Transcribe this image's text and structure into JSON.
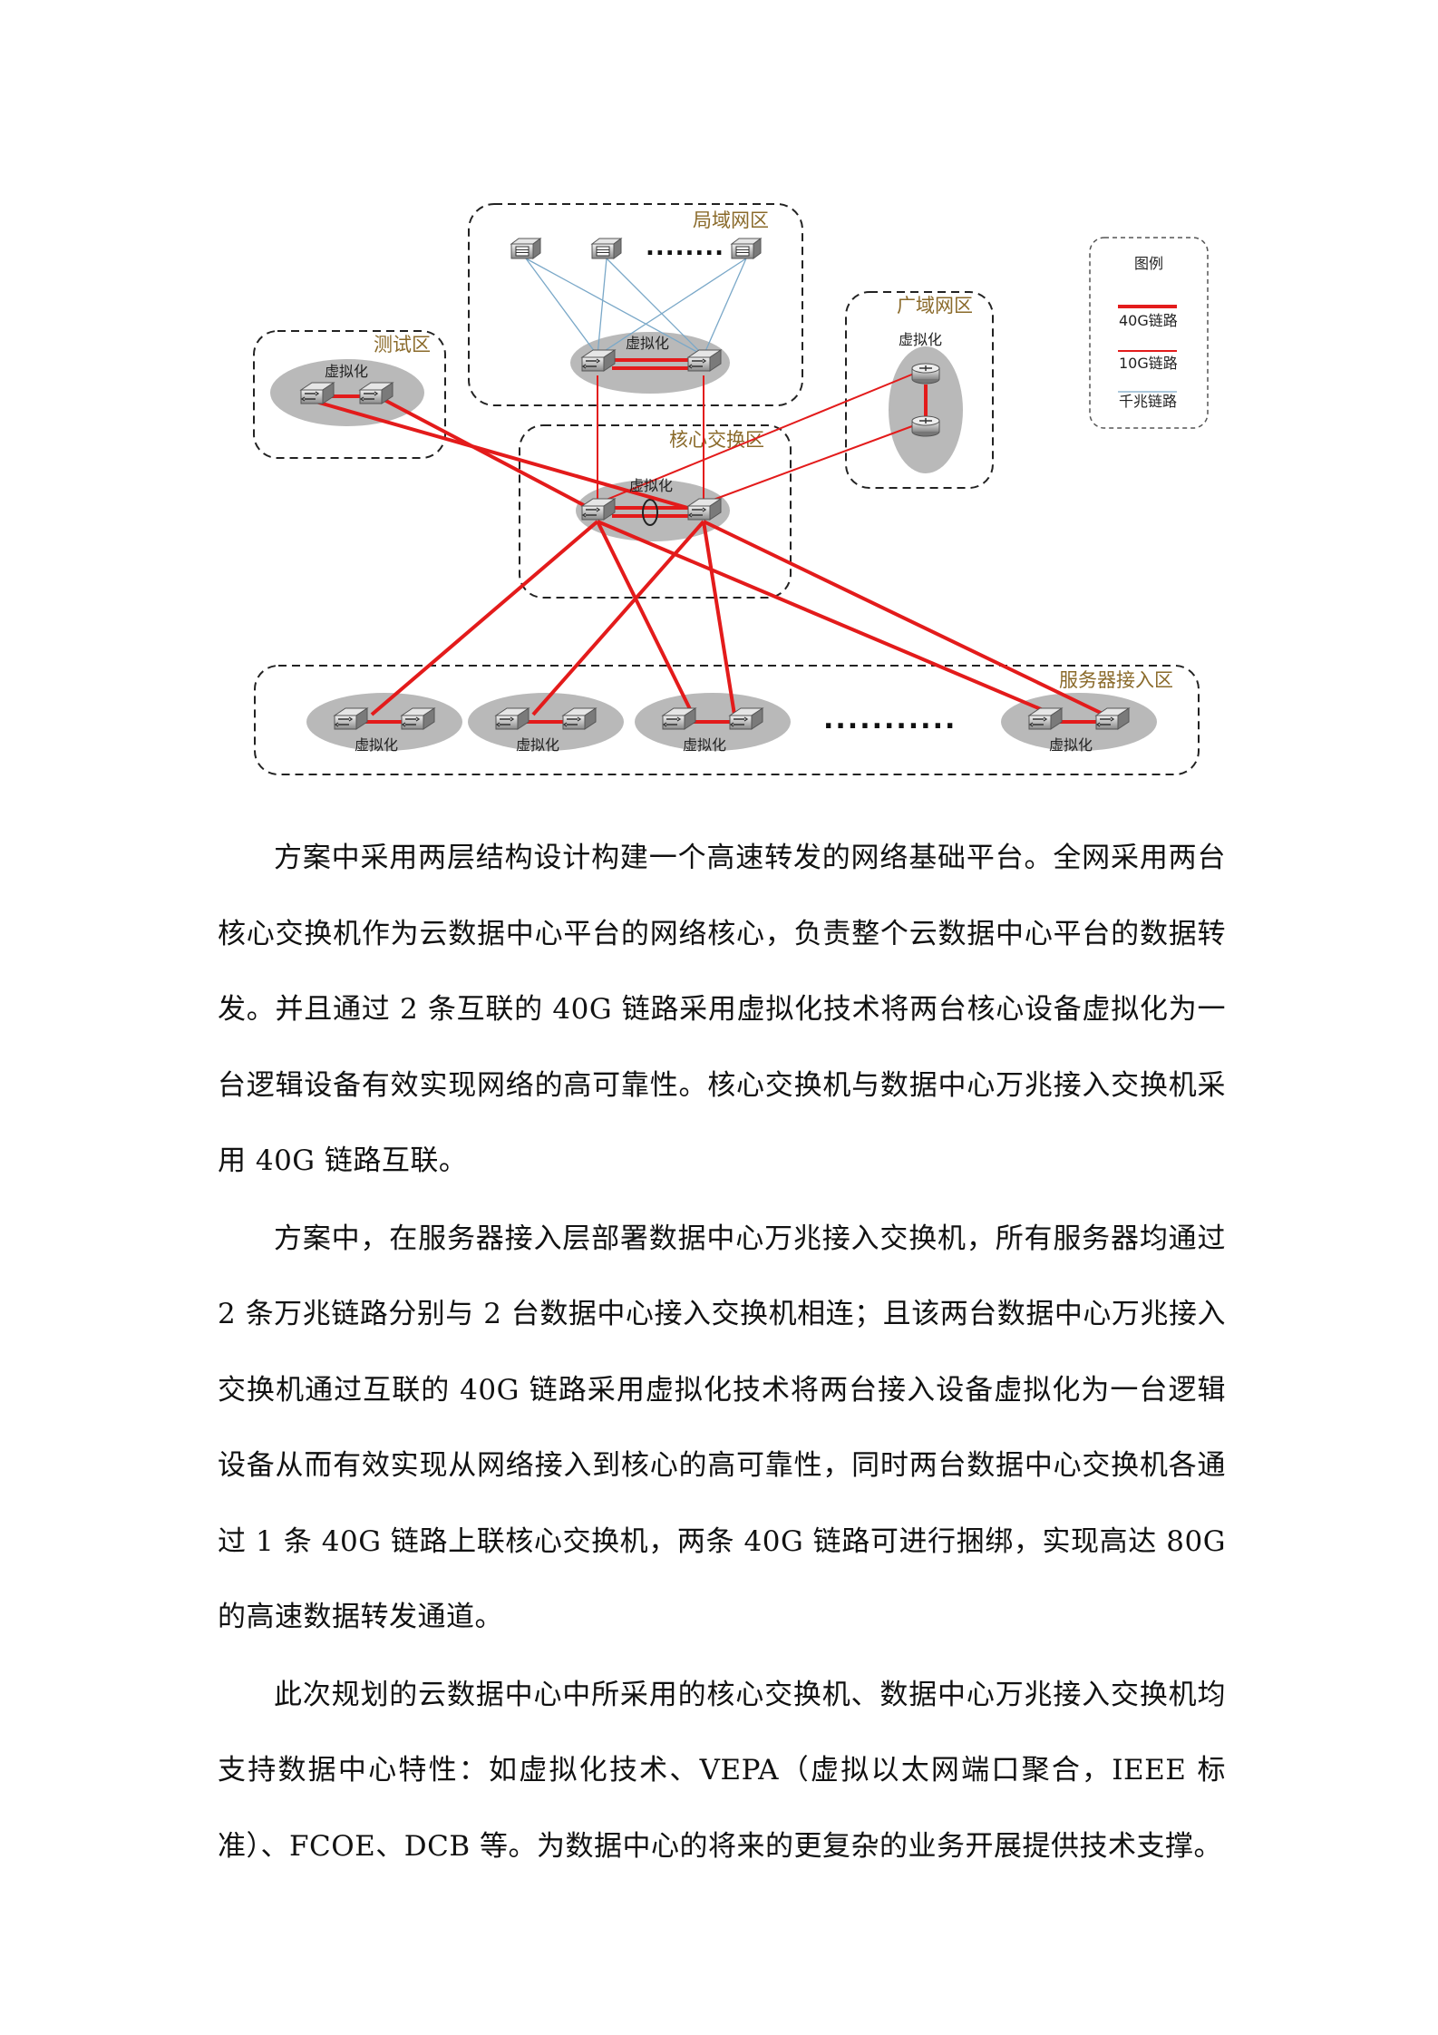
{
  "diagram": {
    "zones": {
      "lan": "局域网区",
      "test": "测试区",
      "wan": "广域网区",
      "core": "核心交换区",
      "server": "服务器接入区"
    },
    "virtualization_label": "虚拟化",
    "lan_ellipsis": "........",
    "server_ellipsis": "...........",
    "legend": {
      "title": "图例",
      "items": [
        {
          "label": "40G链路",
          "color": "#e31b1b"
        },
        {
          "label": "10G链路",
          "color": "#e31b1b"
        },
        {
          "label": "千兆链路",
          "color": "#7aa8c8"
        }
      ]
    },
    "colors": {
      "link": "#e31b1b",
      "gigabit": "#7aa8c8",
      "zone_label": "#8a6a2a",
      "pool": "#b9b9b9"
    }
  },
  "paragraphs": [
    "方案中采用两层结构设计构建一个高速转发的网络基础平台。全网采用两台核心交换机作为云数据中心平台的网络核心，负责整个云数据中心平台的数据转发。并且通过 2 条互联的 40G 链路采用虚拟化技术将两台核心设备虚拟化为一台逻辑设备有效实现网络的高可靠性。核心交换机与数据中心万兆接入交换机采用 40G 链路互联。",
    "方案中，在服务器接入层部署数据中心万兆接入交换机，所有服务器均通过 2 条万兆链路分别与 2 台数据中心接入交换机相连；且该两台数据中心万兆接入交换机通过互联的 40G 链路采用虚拟化技术将两台接入设备虚拟化为一台逻辑设备从而有效实现从网络接入到核心的高可靠性，同时两台数据中心交换机各通过 1 条 40G 链路上联核心交换机，两条 40G 链路可进行捆绑，实现高达 80G 的高速数据转发通道。",
    "此次规划的云数据中心中所采用的核心交换机、数据中心万兆接入交换机均支持数据中心特性：如虚拟化技术、VEPA（虚拟以太网端口聚合，IEEE 标准）、FCOE、DCB 等。为数据中心的将来的更复杂的业务开展提供技术支撑。"
  ]
}
